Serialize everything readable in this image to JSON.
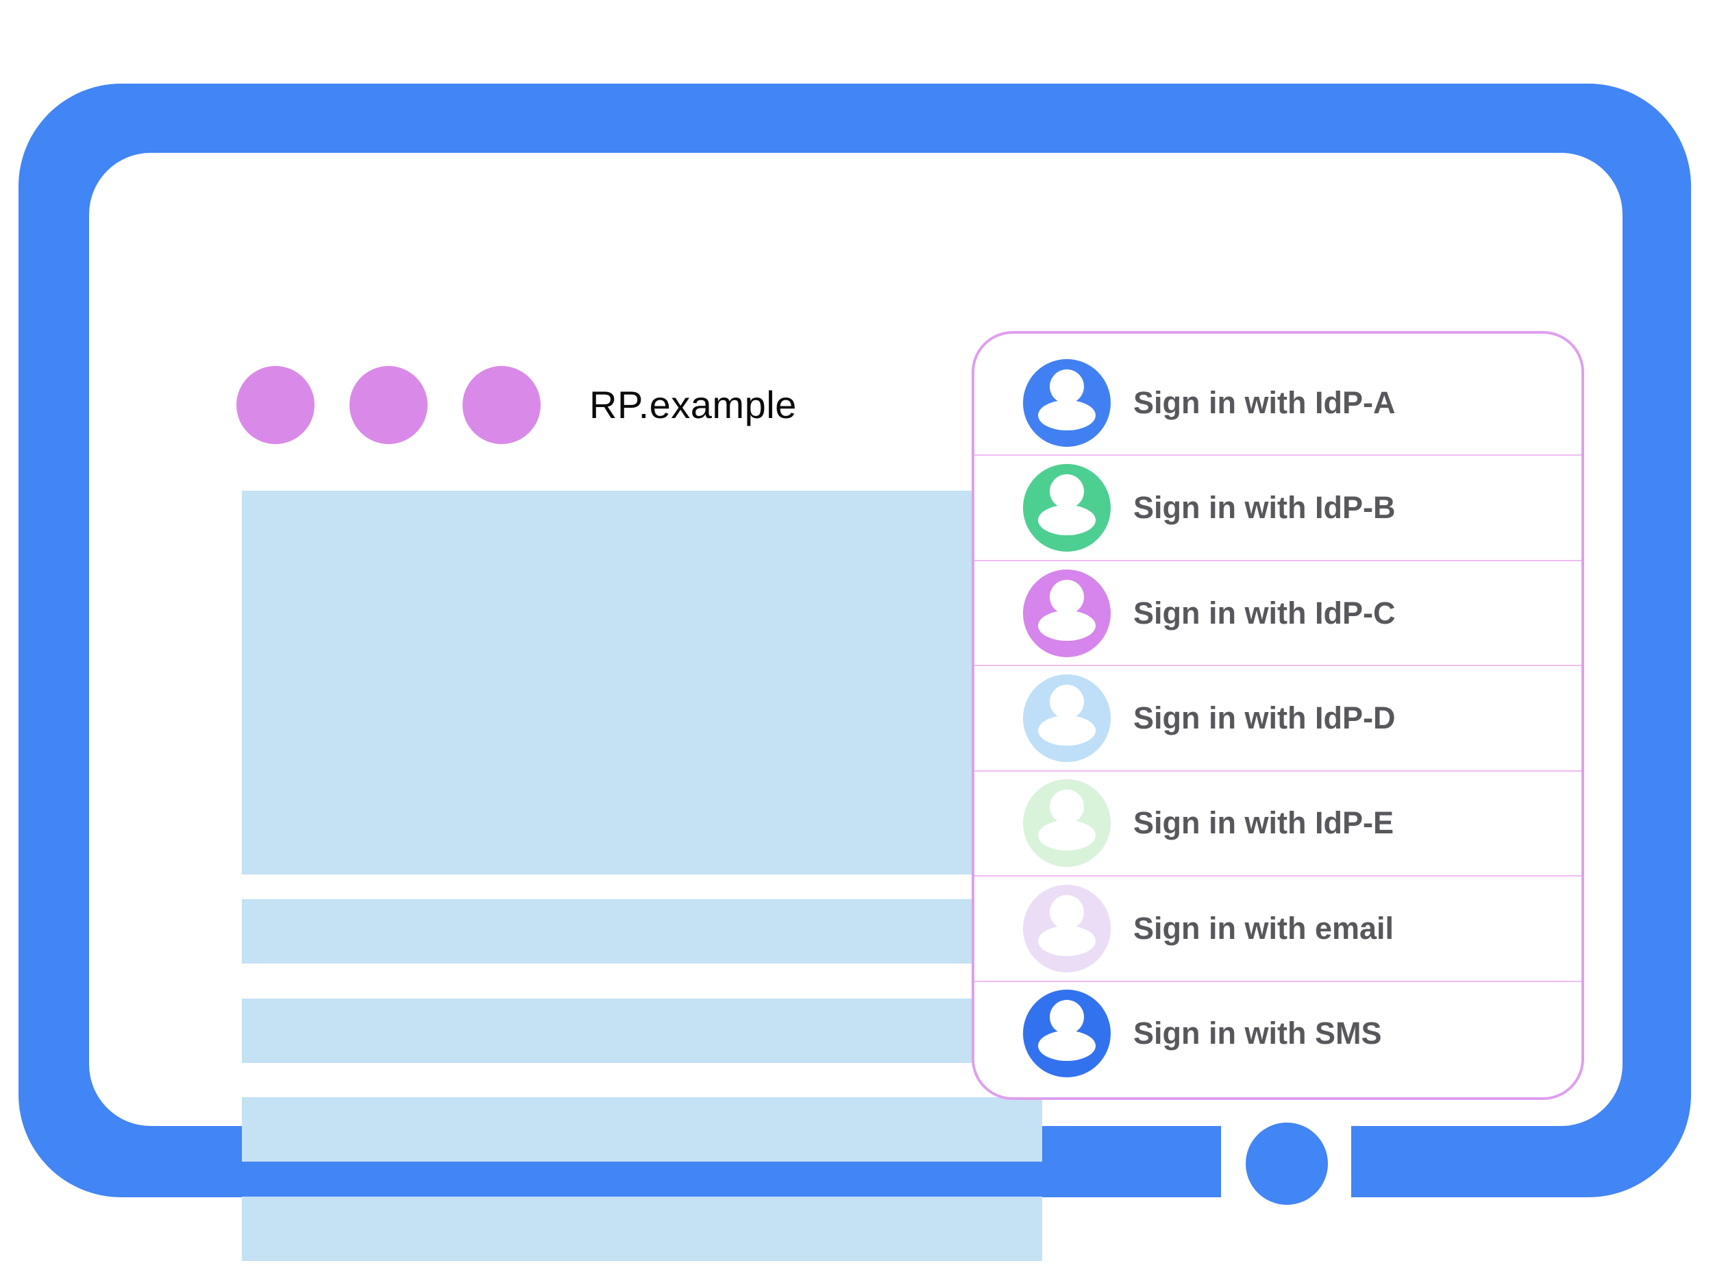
{
  "browser": {
    "title": "RP.example",
    "window_controls": {
      "icon": "window-dot-icon",
      "count": 3
    }
  },
  "device": {
    "home_button_icon": "home-button-circle"
  },
  "content": {
    "hero": "image-placeholder",
    "text_lines": 4
  },
  "sign_in_panel": {
    "options": [
      {
        "label": "Sign in with IdP-A",
        "avatar_icon": "person-icon",
        "avatar_color": "#4080F2"
      },
      {
        "label": "Sign in with IdP-B",
        "avatar_icon": "person-icon",
        "avatar_color": "#4ECF92"
      },
      {
        "label": "Sign in with IdP-C",
        "avatar_icon": "person-icon",
        "avatar_color": "#D685EC"
      },
      {
        "label": "Sign in with IdP-D",
        "avatar_icon": "person-icon",
        "avatar_color": "#BEDFF7"
      },
      {
        "label": "Sign in with IdP-E",
        "avatar_icon": "person-icon",
        "avatar_color": "#D9F3DB"
      },
      {
        "label": "Sign in with email",
        "avatar_icon": "person-icon",
        "avatar_color": "#EBDDF6"
      },
      {
        "label": "Sign in with SMS",
        "avatar_icon": "person-icon",
        "avatar_color": "#3372EE"
      }
    ]
  },
  "colors": {
    "frame-blue": "#4285F4",
    "window-dot-purple": "#D98AE8",
    "placeholder-blue": "#C5E1F4",
    "panel-border-purple": "#DE9FEF",
    "divider-pink": "#F0BCF2",
    "label-gray": "#57575C",
    "title-black": "#0B0B0B"
  }
}
